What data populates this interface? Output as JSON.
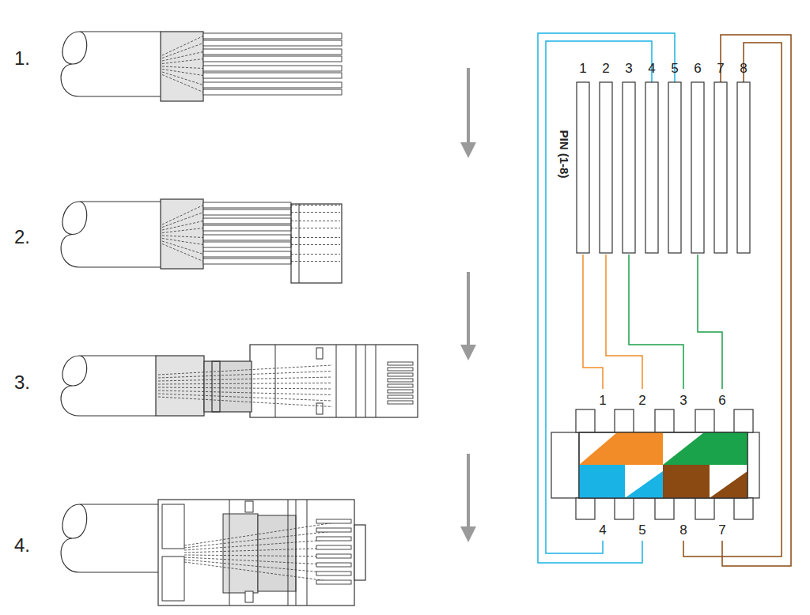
{
  "diagram": {
    "labels": [
      "1.",
      "2.",
      "3.",
      "4.",
      "1",
      "2",
      "3",
      "4",
      "5",
      "6",
      "7",
      "8",
      "PIN (1-8)",
      "1",
      "2",
      "3",
      "6",
      "4",
      "5",
      "8",
      "7"
    ]
  }
}
